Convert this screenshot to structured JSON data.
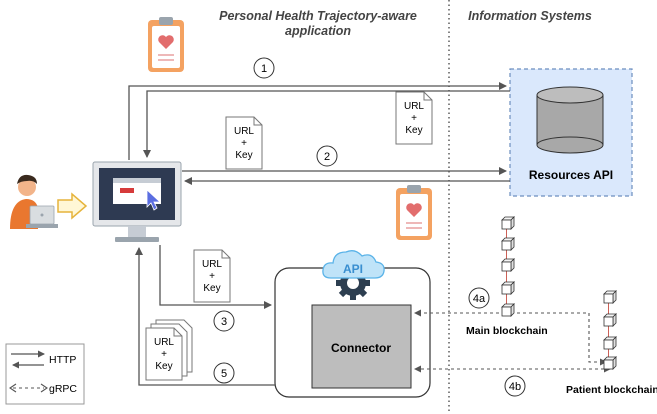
{
  "headers": {
    "app_line1": "Personal Health Trajectory-aware",
    "app_line2": "application",
    "info": "Information Systems"
  },
  "resources_api": {
    "label": "Resources API"
  },
  "connector": {
    "label": "Connector",
    "api_badge": "API"
  },
  "steps": [
    "1",
    "2",
    "3",
    "4a",
    "4b",
    "5"
  ],
  "doc_text": {
    "line1": "URL",
    "line2": "+",
    "line3": "Key"
  },
  "blockchains": {
    "main": "Main blockchain",
    "patient": "Patient blockchain"
  },
  "legend": {
    "http": "HTTP",
    "grpc": "gRPC"
  },
  "colors": {
    "resources_bg": "#dae8fc",
    "resources_border": "#6c8ebf",
    "connector_fill": "#bdbdbd",
    "clipboard": "#f4a261",
    "heart": "#e26d6d"
  }
}
